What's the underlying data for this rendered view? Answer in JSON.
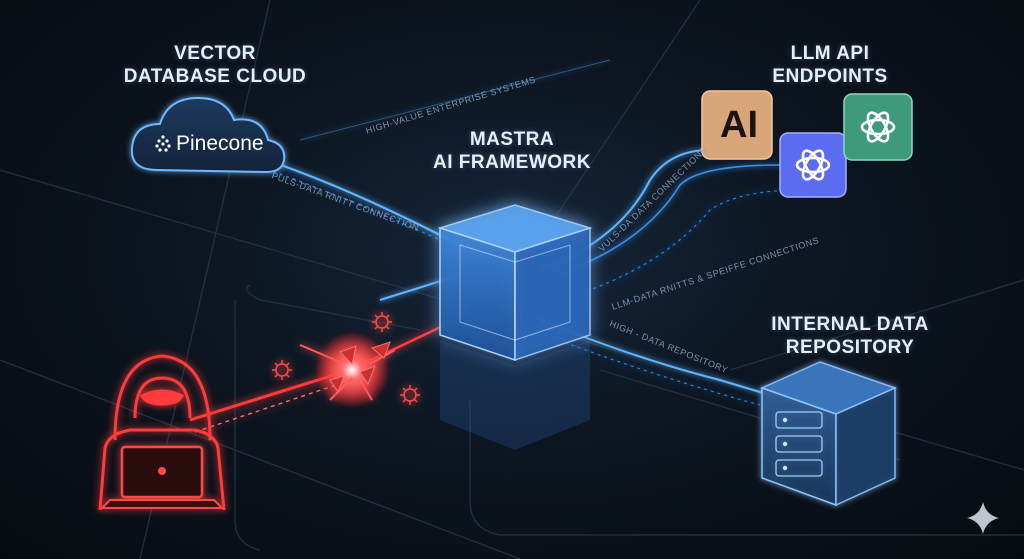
{
  "labels": {
    "vector_db": [
      "VECTOR",
      "DATABASE CLOUD"
    ],
    "llm_api": [
      "LLM API",
      "ENDPOINTS"
    ],
    "mastra": [
      "MASTRA",
      "AI FRAMEWORK"
    ],
    "internal": [
      "INTERNAL DATA",
      "REPOSITORY"
    ]
  },
  "pinecone_name": "Pinecone",
  "anthropic_mark": "AI",
  "connections": {
    "enterprise": "HIGH-VALUE ENTERPRISE SYSTEMS",
    "puls": "PULS-DATA RNITT CONNECTION",
    "vuls": "VULS-DA DATA CONNECTIONS",
    "llm": "LLM-DATA RNITTS & SPEIFFE CONNECTIONS",
    "high_repo": "HIGH - DATA REPOSITORY"
  },
  "colors": {
    "background": "#0a0f17",
    "glow_blue": "#4aa8ff",
    "attack_red": "#ff3b3b",
    "anthropic_tile": "#d9a57a",
    "openai_blue": "#5b6cf0",
    "openai_green": "#3f9a7c"
  },
  "icons": [
    "cloud-icon",
    "pinecone-logo-icon",
    "anthropic-logo-icon",
    "openai-logo-icon",
    "cube-icon",
    "server-icon",
    "hacker-icon",
    "laptop-icon",
    "sparkle-icon"
  ]
}
